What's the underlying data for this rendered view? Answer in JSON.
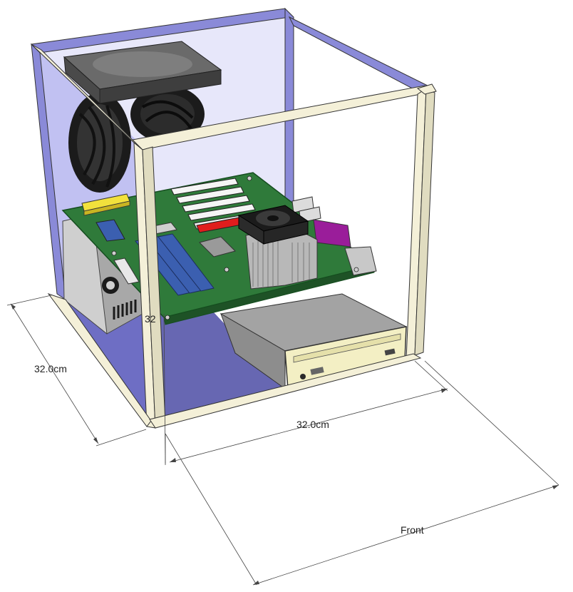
{
  "dimensions": {
    "depth_label": "32.0cm",
    "width_label": "32.0cm",
    "height_label_partial": "32",
    "front_label": "Front"
  },
  "colors": {
    "frame_rail": "#f4f0d8",
    "panel_tint": "#7c7ce6",
    "floor_panel": "#5f5fae",
    "pcb_green": "#2f7a3a",
    "drive_bezel": "#f3efc4",
    "drive_body": "#9a9a9a",
    "heatsink": "#b8b8b8",
    "psu_body": "#c8c8c8",
    "ram_slot": "#3b5fb0",
    "pci_slot": "#f5f5f5",
    "agp_slot": "#e01d1d",
    "ide_connector": "#f2e13c",
    "parallel_port": "#9a1d9a",
    "fan_black": "#1b1b1b",
    "hdd_grey": "#585858",
    "dim_line": "#444444"
  },
  "components": {
    "hard_drive": "hdd",
    "rear_fans": "fans",
    "motherboard": "pcb",
    "cpu_cooler": "cooler",
    "optical_drive": "dvd",
    "power_supply": "psu"
  }
}
